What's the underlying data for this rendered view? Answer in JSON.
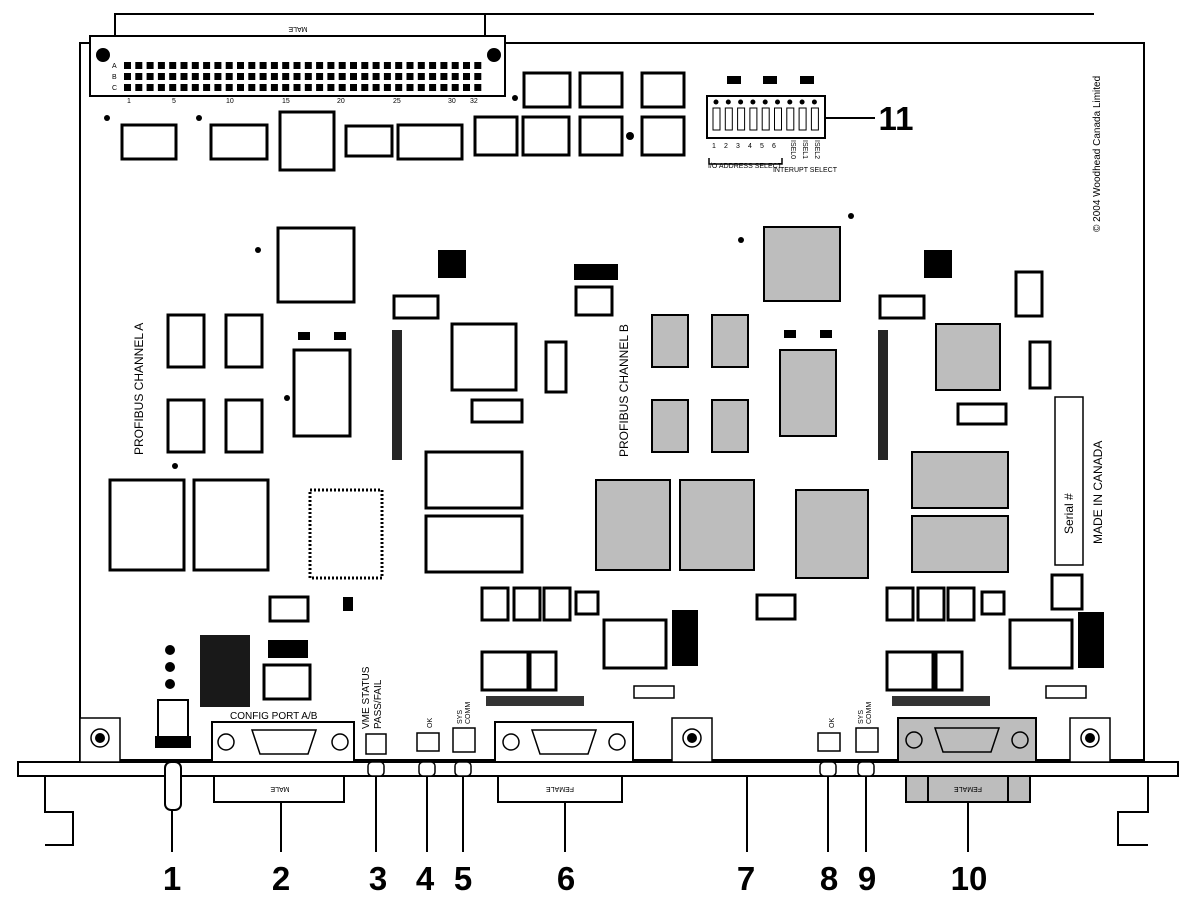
{
  "board": {
    "connector_top_label": "MALE",
    "pin_rows": [
      "A",
      "B",
      "C"
    ],
    "pin_numbers": [
      "1",
      "5",
      "10",
      "15",
      "20",
      "25",
      "30",
      "32"
    ],
    "copyright": "© 2004 Woodhead Canada Limited",
    "channel_a": "PROFIBUS CHANNEL A",
    "channel_b": "PROFIBUS CHANNEL B",
    "serial_label": "Serial #",
    "made_in": "MADE IN CANADA",
    "io_select": "I/O ADDRESS SELECT",
    "int_select": "INTERUPT SELECT",
    "dip_labels": [
      "1",
      "2",
      "3",
      "4",
      "5",
      "6",
      "ISEL0",
      "ISEL1",
      "ISEL2"
    ],
    "config_port": "CONFIG PORT A/B",
    "vme_status": "VME STATUS",
    "pass_fail": "PASS/FAIL",
    "ok_a": "OK",
    "sys_comm_a_1": "SYS",
    "sys_comm_a_2": "COMM",
    "ok_b": "OK",
    "sys_comm_b_1": "SYS",
    "sys_comm_b_2": "COMM",
    "male_conn": "MALE",
    "female_conn_a": "FEMALE",
    "female_conn_b": "FEMALE"
  },
  "callouts": [
    "1",
    "2",
    "3",
    "4",
    "5",
    "6",
    "7",
    "8",
    "9",
    "10",
    "11"
  ]
}
